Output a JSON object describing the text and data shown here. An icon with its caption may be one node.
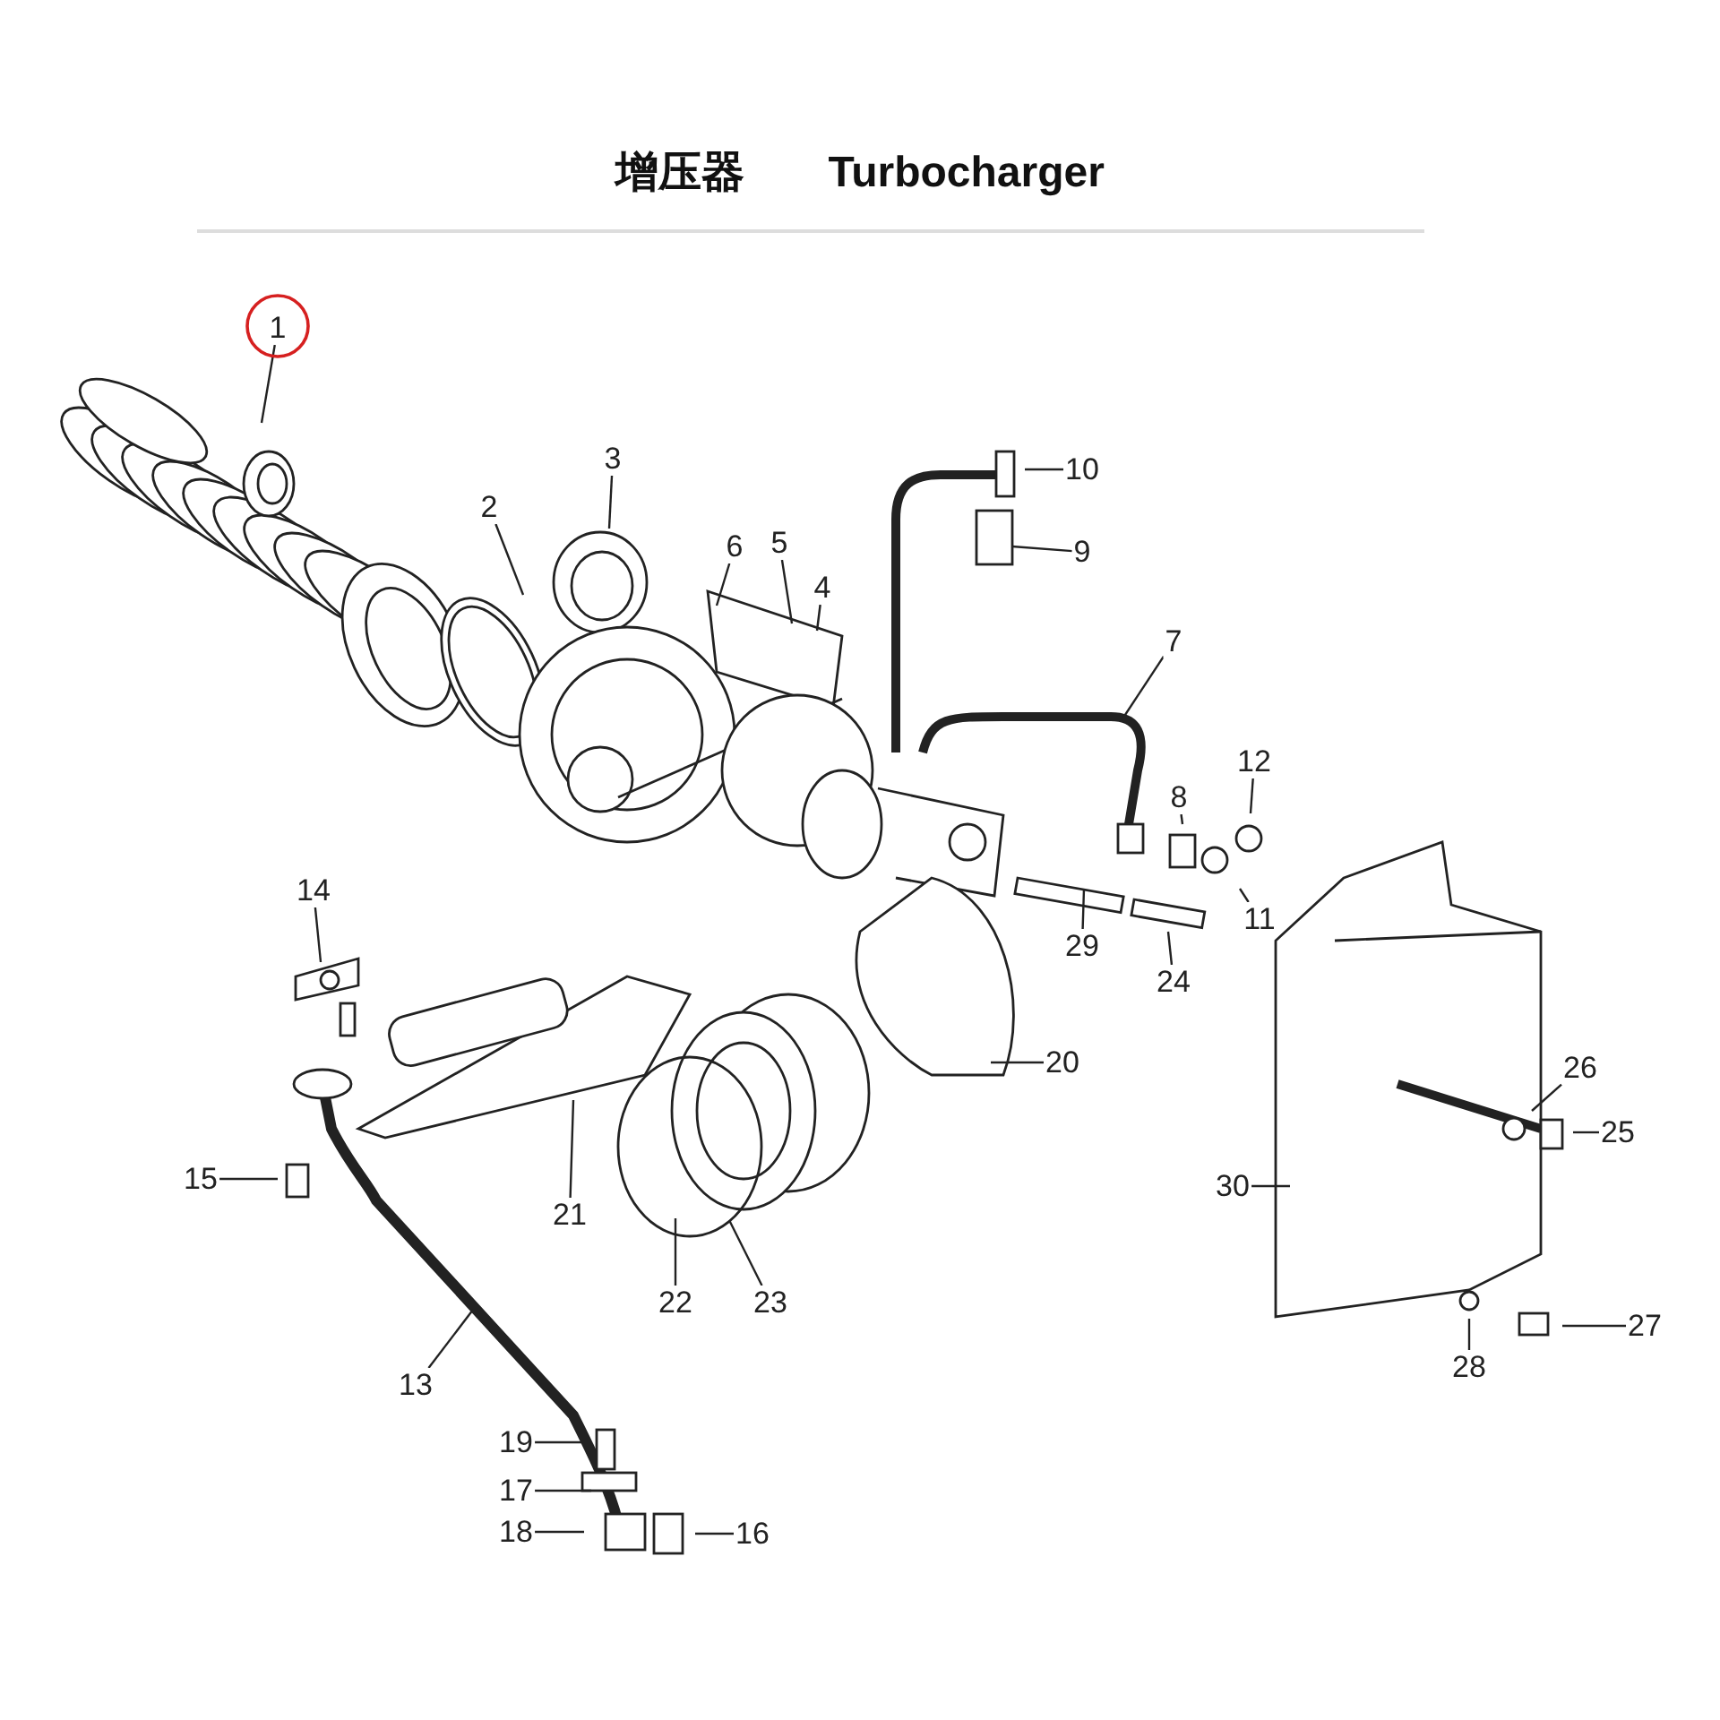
{
  "diagram": {
    "title": "增压器 Turbocharger",
    "nodes": [
      {
        "text": [
          "1"
        ]
      },
      {
        "text": [
          "2"
        ]
      },
      {
        "text": [
          "3"
        ]
      },
      {
        "text": [
          "4"
        ]
      },
      {
        "text": [
          "5"
        ]
      },
      {
        "text": [
          "6"
        ]
      },
      {
        "text": [
          "7"
        ]
      },
      {
        "text": [
          "8"
        ]
      },
      {
        "text": [
          "9"
        ]
      },
      {
        "text": [
          "10"
        ]
      },
      {
        "text": [
          "11"
        ]
      },
      {
        "text": [
          "12"
        ]
      },
      {
        "text": [
          "13"
        ]
      },
      {
        "text": [
          "14"
        ]
      },
      {
        "text": [
          "15"
        ]
      },
      {
        "text": [
          "16"
        ]
      },
      {
        "text": [
          "17"
        ]
      },
      {
        "text": [
          "18"
        ]
      },
      {
        "text": [
          "19"
        ]
      },
      {
        "text": [
          "20"
        ]
      },
      {
        "text": [
          "21"
        ]
      },
      {
        "text": [
          "22"
        ]
      },
      {
        "text": [
          "23"
        ]
      },
      {
        "text": [
          "24"
        ]
      },
      {
        "text": [
          "25"
        ]
      },
      {
        "text": [
          "26"
        ]
      },
      {
        "text": [
          "27"
        ]
      },
      {
        "text": [
          "28"
        ]
      },
      {
        "text": [
          "29"
        ]
      },
      {
        "text": [
          "30"
        ]
      }
    ],
    "edges": [
      {
        "from": 0,
        "to": null,
        "arrow": "none"
      },
      {
        "from": 1,
        "to": null,
        "arrow": "none"
      },
      {
        "from": 2,
        "to": null,
        "arrow": "none"
      },
      {
        "from": 3,
        "to": null,
        "arrow": "none"
      },
      {
        "from": 4,
        "to": null,
        "arrow": "none"
      },
      {
        "from": 5,
        "to": null,
        "arrow": "none"
      },
      {
        "from": 6,
        "to": null,
        "arrow": "none"
      },
      {
        "from": 7,
        "to": null,
        "arrow": "none"
      },
      {
        "from": 8,
        "to": null,
        "arrow": "none"
      },
      {
        "from": 9,
        "to": null,
        "arrow": "none"
      },
      {
        "from": 10,
        "to": null,
        "arrow": "none"
      },
      {
        "from": 11,
        "to": null,
        "arrow": "none"
      },
      {
        "from": 12,
        "to": null,
        "arrow": "none"
      },
      {
        "from": 13,
        "to": null,
        "arrow": "none"
      },
      {
        "from": 14,
        "to": null,
        "arrow": "none"
      },
      {
        "from": 15,
        "to": null,
        "arrow": "none"
      },
      {
        "from": 16,
        "to": null,
        "arrow": "none"
      },
      {
        "from": 17,
        "to": null,
        "arrow": "none"
      },
      {
        "from": 18,
        "to": null,
        "arrow": "none"
      },
      {
        "from": 19,
        "to": null,
        "arrow": "none"
      },
      {
        "from": 20,
        "to": null,
        "arrow": "none"
      },
      {
        "from": 21,
        "to": null,
        "arrow": "none"
      },
      {
        "from": 22,
        "to": null,
        "arrow": "none"
      },
      {
        "from": 23,
        "to": null,
        "arrow": "none"
      },
      {
        "from": 24,
        "to": null,
        "arrow": "none"
      },
      {
        "from": 25,
        "to": null,
        "arrow": "none"
      },
      {
        "from": 26,
        "to": null,
        "arrow": "none"
      },
      {
        "from": 27,
        "to": null,
        "arrow": "none"
      },
      {
        "from": 28,
        "to": null,
        "arrow": "none"
      },
      {
        "from": 29,
        "to": null,
        "arrow": "none"
      }
    ]
  }
}
